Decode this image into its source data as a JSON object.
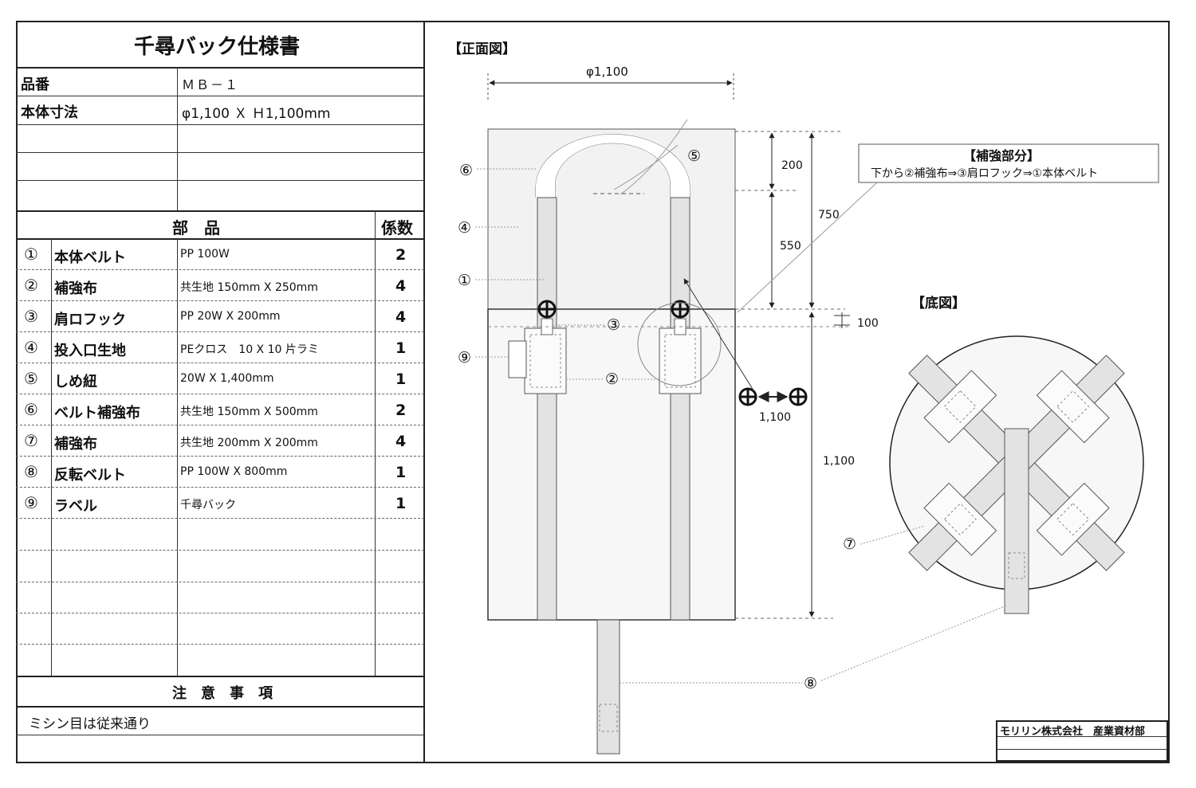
{
  "title": "千尋バック仕様書",
  "spec_rows": [
    {
      "label": "品番",
      "value": "ＭＢ－１"
    },
    {
      "label": "本体寸法",
      "value": "φ1,100 Ｘ Ｈ1,100mm"
    }
  ],
  "parts_header": {
    "name": "部　品",
    "qty": "係数"
  },
  "parts": [
    {
      "no": "①",
      "name": "本体ベルト",
      "spec": "PP 100W",
      "qty": "2"
    },
    {
      "no": "②",
      "name": "補強布",
      "spec": "共生地 150mm X 250mm",
      "qty": "4"
    },
    {
      "no": "③",
      "name": "肩ロフック",
      "spec": "PP 20W X 200mm",
      "qty": "4"
    },
    {
      "no": "④",
      "name": "投入口生地",
      "spec": "PEクロス　10 X 10 片ラミ",
      "qty": "1"
    },
    {
      "no": "⑤",
      "name": "しめ紐",
      "spec": "20W X 1,400mm",
      "qty": "1"
    },
    {
      "no": "⑥",
      "name": "ベルト補強布",
      "spec": "共生地 150mm X 500mm",
      "qty": "2"
    },
    {
      "no": "⑦",
      "name": "補強布",
      "spec": "共生地 200mm X 200mm",
      "qty": "4"
    },
    {
      "no": "⑧",
      "name": "反転ベルト",
      "spec": "PP 100W X 800mm",
      "qty": "1"
    },
    {
      "no": "⑨",
      "name": "ラベル",
      "spec": "千尋バック",
      "qty": "1"
    }
  ],
  "notes_header": "注　意　事　項",
  "notes": [
    "ミシン目は従来通り"
  ],
  "front_view": {
    "title": "【正面図】",
    "dim_width": "φ1,100",
    "dim_200": "200",
    "dim_550": "550",
    "dim_750": "750",
    "dim_100": "100",
    "dim_1100_v": "1,100",
    "dim_1100_h": "1,100",
    "callouts": [
      "⑥",
      "④",
      "①",
      "⑨",
      "③",
      "②",
      "⑤",
      "⑧"
    ]
  },
  "reinforce": {
    "title": "【補強部分】",
    "text": "下から②補強布⇒③肩ロフック⇒①本体ベルト"
  },
  "bottom_view": {
    "title": "【底図】",
    "callouts": [
      "⑦"
    ]
  },
  "company": "モリリン株式会社　産業資材部"
}
